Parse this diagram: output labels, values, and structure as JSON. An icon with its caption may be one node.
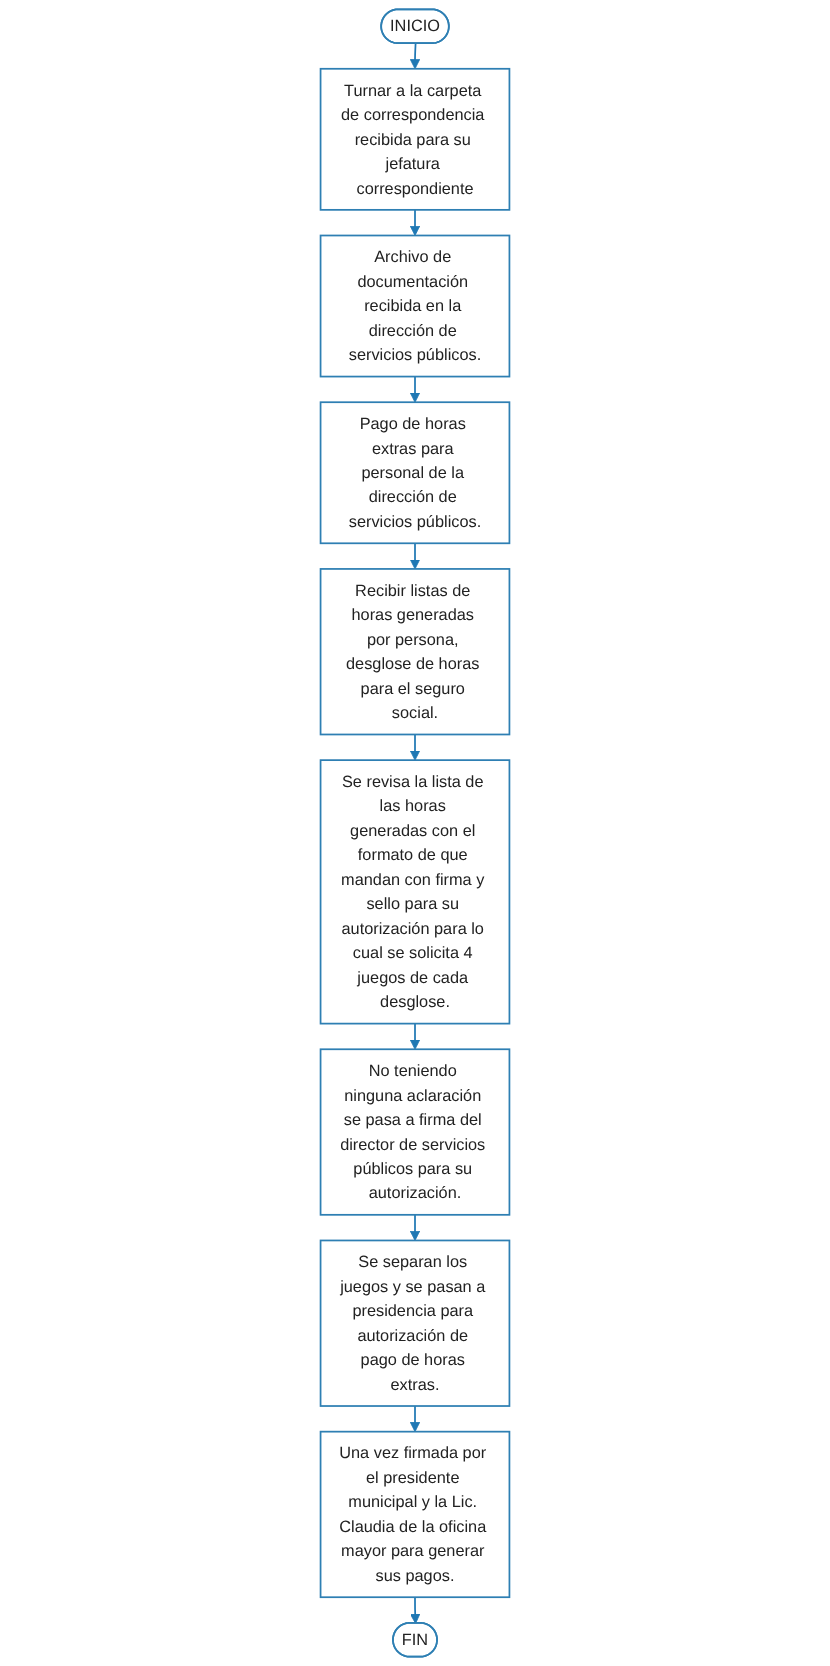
{
  "diagram": {
    "nodes": [
      {
        "text": [
          "INICIO"
        ]
      },
      {
        "text": [
          "Turnar a la carpeta de correspondencia recibida para su jefatura correspondiente"
        ]
      },
      {
        "text": [
          "Archivo de documentación recibida en la dirección de servicios públicos."
        ]
      },
      {
        "text": [
          "Pago de horas extras para personal de la dirección de servicios públicos."
        ]
      },
      {
        "text": [
          "Recibir listas de horas generadas por persona, desglose de horas para el seguro social."
        ]
      },
      {
        "text": [
          "Se revisa la lista de las horas generadas con el formato de que mandan con firma y sello para su autorización para lo cual se solicita 4 juegos de cada desglose."
        ]
      },
      {
        "text": [
          "No teniendo ninguna aclaración se pasa a firma del director de servicios públicos para su autorización."
        ]
      },
      {
        "text": [
          "Se separan los juegos y se pasan a presidencia para autorización de pago de horas extras."
        ]
      },
      {
        "text": [
          "Una vez firmada por el presidente municipal y la Lic. Claudia de la oficina mayor para generar sus pagos."
        ]
      },
      {
        "text": [
          "FIN"
        ]
      }
    ],
    "edges": [
      {
        "from": 0,
        "to": 1,
        "arrow": "to"
      },
      {
        "from": 1,
        "to": 2,
        "arrow": "to"
      },
      {
        "from": 2,
        "to": 3,
        "arrow": "to"
      },
      {
        "from": 3,
        "to": 4,
        "arrow": "to"
      },
      {
        "from": 4,
        "to": 5,
        "arrow": "to"
      },
      {
        "from": 5,
        "to": 6,
        "arrow": "to"
      },
      {
        "from": 6,
        "to": 7,
        "arrow": "to"
      },
      {
        "from": 7,
        "to": 8,
        "arrow": "to"
      },
      {
        "from": 8,
        "to": 9,
        "arrow": "to"
      }
    ]
  }
}
